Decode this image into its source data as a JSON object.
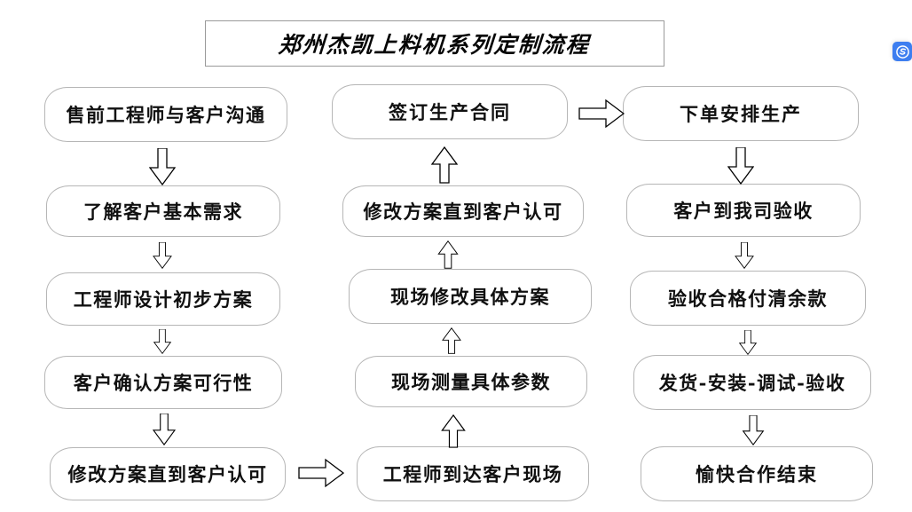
{
  "title": {
    "text": "郑州杰凯上料机系列定制流程"
  },
  "colors": {
    "box_border": "#b6b6b6",
    "title_border": "#9a9a9a",
    "text": "#101010",
    "arrow_stroke": "#000000",
    "badge_background": "#3d7ef0",
    "page_background": "#ffffff"
  },
  "badge": {
    "name": "sogou-logo",
    "glyph": "S"
  },
  "columns": [
    {
      "id": "column-1",
      "direction": "down",
      "nodes": [
        {
          "id": "n1",
          "label": "售前工程师与客户沟通"
        },
        {
          "id": "n2",
          "label": "了解客户基本需求"
        },
        {
          "id": "n3",
          "label": "工程师设计初步方案"
        },
        {
          "id": "n4",
          "label": "客户确认方案可行性"
        },
        {
          "id": "n5",
          "label": "修改方案直到客户认可"
        }
      ]
    },
    {
      "id": "column-2",
      "direction": "up",
      "nodes": [
        {
          "id": "n6",
          "label": "签订生产合同"
        },
        {
          "id": "n7",
          "label": "修改方案直到客户认可"
        },
        {
          "id": "n8",
          "label": "现场修改具体方案"
        },
        {
          "id": "n9",
          "label": "现场测量具体参数"
        },
        {
          "id": "n10",
          "label": "工程师到达客户现场"
        }
      ]
    },
    {
      "id": "column-3",
      "direction": "down",
      "nodes": [
        {
          "id": "n11",
          "label": "下单安排生产"
        },
        {
          "id": "n12",
          "label": "客户到我司验收"
        },
        {
          "id": "n13",
          "label": "验收合格付清余款"
        },
        {
          "id": "n14",
          "label": "发货-安装-调试-验收"
        },
        {
          "id": "n15",
          "label": "愉快合作结束"
        }
      ]
    }
  ],
  "arrows": [
    {
      "id": "a1",
      "direction": "down",
      "from": "n1",
      "to": "n2"
    },
    {
      "id": "a2",
      "direction": "down",
      "from": "n2",
      "to": "n3"
    },
    {
      "id": "a3",
      "direction": "down",
      "from": "n3",
      "to": "n4"
    },
    {
      "id": "a4",
      "direction": "down",
      "from": "n4",
      "to": "n5"
    },
    {
      "id": "a5",
      "direction": "right",
      "from": "n5",
      "to": "n10"
    },
    {
      "id": "a6",
      "direction": "up",
      "from": "n10",
      "to": "n9"
    },
    {
      "id": "a7",
      "direction": "up",
      "from": "n9",
      "to": "n8"
    },
    {
      "id": "a8",
      "direction": "up",
      "from": "n8",
      "to": "n7"
    },
    {
      "id": "a9",
      "direction": "up",
      "from": "n7",
      "to": "n6"
    },
    {
      "id": "a10",
      "direction": "right",
      "from": "n6",
      "to": "n11"
    },
    {
      "id": "a11",
      "direction": "down",
      "from": "n11",
      "to": "n12"
    },
    {
      "id": "a12",
      "direction": "down",
      "from": "n12",
      "to": "n13"
    },
    {
      "id": "a13",
      "direction": "down",
      "from": "n13",
      "to": "n14"
    },
    {
      "id": "a14",
      "direction": "down",
      "from": "n14",
      "to": "n15"
    }
  ]
}
